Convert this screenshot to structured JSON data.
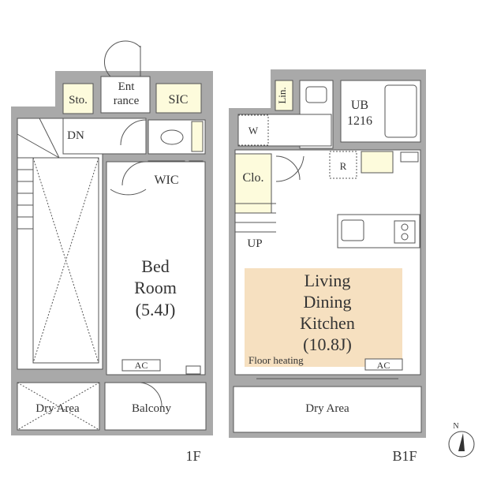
{
  "floor_1f": {
    "label": "1F",
    "rooms": {
      "storage": "Sto.",
      "entrance_line1": "Ent",
      "entrance_line2": "rance",
      "sic": "SIC",
      "stairs_down": "DN",
      "wic": "WIC",
      "bedroom_line1": "Bed",
      "bedroom_line2": "Room",
      "bedroom_size": "(5.4J)",
      "ac": "AC",
      "dry_area": "Dry Area",
      "balcony": "Balcony"
    }
  },
  "floor_b1f": {
    "label": "B1F",
    "rooms": {
      "linen": "Lin.",
      "washer": "W",
      "unit_bath_line1": "UB",
      "unit_bath_line2": "1216",
      "closet": "Clo.",
      "refrigerator": "R",
      "stairs_up": "UP",
      "ldk_line1": "Living",
      "ldk_line2": "Dining",
      "ldk_line3": "Kitchen",
      "ldk_size": "(10.8J)",
      "floor_heating": "Floor heating",
      "ac": "AC",
      "dry_area": "Dry Area"
    }
  },
  "compass": {
    "north": "N"
  },
  "colors": {
    "wall": "#a9a9a9",
    "storage_fill": "#fdfbdc",
    "ldk_fill": "#f6e0c0"
  }
}
